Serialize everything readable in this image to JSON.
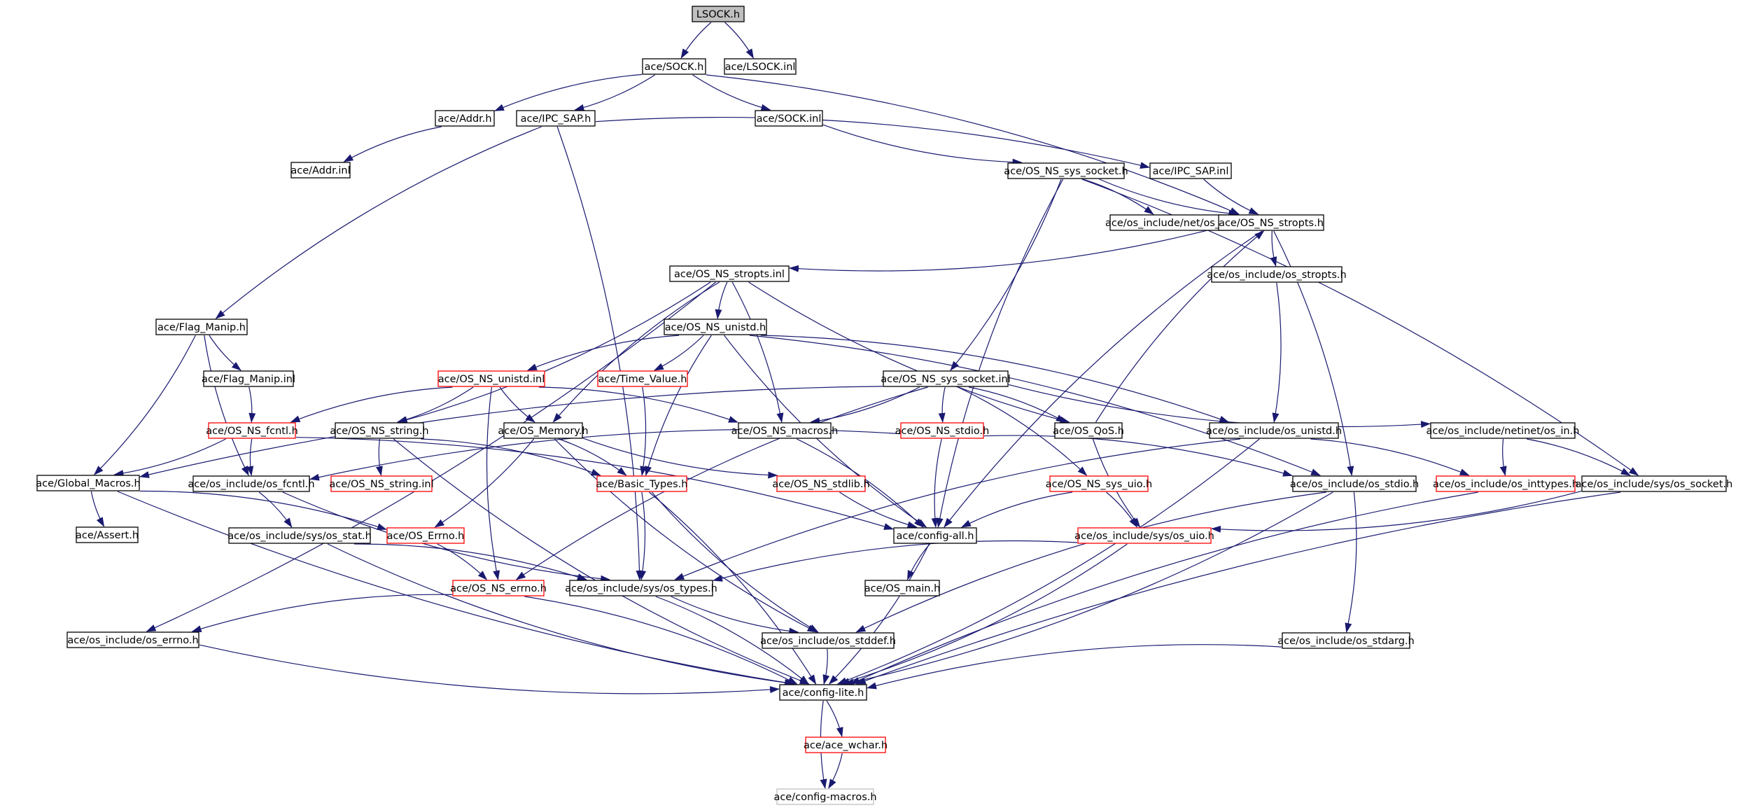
{
  "colors": {
    "background": "#ffffff",
    "edge": "#191970",
    "node_fill": "#ffffff",
    "root_fill": "#bfbfbf",
    "normal_border": "#000000",
    "truncated_border": "#ff0000",
    "external_border": "#bfbfbf",
    "text": "#000000"
  },
  "nodes": [
    {
      "id": "LSOCK.h",
      "label": "LSOCK.h",
      "style": "root"
    },
    {
      "id": "SOCK.h",
      "label": "ace/SOCK.h",
      "style": "normal"
    },
    {
      "id": "LSOCK.inl",
      "label": "ace/LSOCK.inl",
      "style": "normal"
    },
    {
      "id": "Addr.h",
      "label": "ace/Addr.h",
      "style": "normal"
    },
    {
      "id": "IPC_SAP.h",
      "label": "ace/IPC_SAP.h",
      "style": "normal"
    },
    {
      "id": "SOCK.inl",
      "label": "ace/SOCK.inl",
      "style": "normal"
    },
    {
      "id": "Addr.inl",
      "label": "ace/Addr.inl",
      "style": "normal"
    },
    {
      "id": "OS_NS_sys_socket.h",
      "label": "ace/OS_NS_sys_socket.h",
      "style": "normal"
    },
    {
      "id": "IPC_SAP.inl",
      "label": "ace/IPC_SAP.inl",
      "style": "normal"
    },
    {
      "id": "net_os_if.h",
      "label": "ace/os_include/net/os_if.h",
      "style": "normal"
    },
    {
      "id": "OS_NS_stropts.h",
      "label": "ace/OS_NS_stropts.h",
      "style": "normal"
    },
    {
      "id": "OS_NS_stropts.inl",
      "label": "ace/OS_NS_stropts.inl",
      "style": "normal"
    },
    {
      "id": "os_stropts.h",
      "label": "ace/os_include/os_stropts.h",
      "style": "normal"
    },
    {
      "id": "Flag_Manip.h",
      "label": "ace/Flag_Manip.h",
      "style": "normal"
    },
    {
      "id": "OS_NS_unistd.h",
      "label": "ace/OS_NS_unistd.h",
      "style": "normal"
    },
    {
      "id": "Flag_Manip.inl",
      "label": "ace/Flag_Manip.inl",
      "style": "normal"
    },
    {
      "id": "OS_NS_unistd.inl",
      "label": "ace/OS_NS_unistd.inl",
      "style": "truncated"
    },
    {
      "id": "Time_Value.h",
      "label": "ace/Time_Value.h",
      "style": "truncated"
    },
    {
      "id": "OS_NS_sys_socket.inl",
      "label": "ace/OS_NS_sys_socket.inl",
      "style": "normal"
    },
    {
      "id": "OS_NS_fcntl.h",
      "label": "ace/OS_NS_fcntl.h",
      "style": "truncated"
    },
    {
      "id": "OS_NS_string.h",
      "label": "ace/OS_NS_string.h",
      "style": "normal"
    },
    {
      "id": "OS_Memory.h",
      "label": "ace/OS_Memory.h",
      "style": "normal"
    },
    {
      "id": "OS_NS_macros.h",
      "label": "ace/OS_NS_macros.h",
      "style": "normal"
    },
    {
      "id": "OS_NS_stdio.h",
      "label": "ace/OS_NS_stdio.h",
      "style": "truncated"
    },
    {
      "id": "OS_QoS.h",
      "label": "ace/OS_QoS.h",
      "style": "normal"
    },
    {
      "id": "os_unistd.h",
      "label": "ace/os_include/os_unistd.h",
      "style": "normal"
    },
    {
      "id": "netinet_os_in.h",
      "label": "ace/os_include/netinet/os_in.h",
      "style": "normal"
    },
    {
      "id": "Global_Macros.h",
      "label": "ace/Global_Macros.h",
      "style": "normal"
    },
    {
      "id": "os_fcntl.h",
      "label": "ace/os_include/os_fcntl.h",
      "style": "normal"
    },
    {
      "id": "OS_NS_string.inl",
      "label": "ace/OS_NS_string.inl",
      "style": "truncated"
    },
    {
      "id": "Basic_Types.h",
      "label": "ace/Basic_Types.h",
      "style": "truncated"
    },
    {
      "id": "OS_NS_stdlib.h",
      "label": "ace/OS_NS_stdlib.h",
      "style": "truncated"
    },
    {
      "id": "OS_NS_sys_uio.h",
      "label": "ace/OS_NS_sys_uio.h",
      "style": "truncated"
    },
    {
      "id": "os_stdio.h",
      "label": "ace/os_include/os_stdio.h",
      "style": "normal"
    },
    {
      "id": "os_inttypes.h",
      "label": "ace/os_include/os_inttypes.h",
      "style": "truncated"
    },
    {
      "id": "sys_os_socket.h",
      "label": "ace/os_include/sys/os_socket.h",
      "style": "normal"
    },
    {
      "id": "Assert.h",
      "label": "ace/Assert.h",
      "style": "normal"
    },
    {
      "id": "sys_os_stat.h",
      "label": "ace/os_include/sys/os_stat.h",
      "style": "normal"
    },
    {
      "id": "OS_Errno.h",
      "label": "ace/OS_Errno.h",
      "style": "truncated"
    },
    {
      "id": "config-all.h",
      "label": "ace/config-all.h",
      "style": "normal"
    },
    {
      "id": "sys_os_uio.h",
      "label": "ace/os_include/sys/os_uio.h",
      "style": "truncated"
    },
    {
      "id": "OS_NS_errno.h",
      "label": "ace/OS_NS_errno.h",
      "style": "truncated"
    },
    {
      "id": "sys_os_types.h",
      "label": "ace/os_include/sys/os_types.h",
      "style": "normal"
    },
    {
      "id": "OS_main.h",
      "label": "ace/OS_main.h",
      "style": "normal"
    },
    {
      "id": "os_errno.h",
      "label": "ace/os_include/os_errno.h",
      "style": "normal"
    },
    {
      "id": "os_stddef.h",
      "label": "ace/os_include/os_stddef.h",
      "style": "normal"
    },
    {
      "id": "os_stdarg.h",
      "label": "ace/os_include/os_stdarg.h",
      "style": "normal"
    },
    {
      "id": "config-lite.h",
      "label": "ace/config-lite.h",
      "style": "normal"
    },
    {
      "id": "ace_wchar.h",
      "label": "ace/ace_wchar.h",
      "style": "truncated"
    },
    {
      "id": "config-macros.h",
      "label": "ace/config-macros.h",
      "style": "external"
    }
  ],
  "edges": [
    [
      "LSOCK.h",
      "SOCK.h"
    ],
    [
      "LSOCK.h",
      "LSOCK.inl"
    ],
    [
      "SOCK.h",
      "Addr.h"
    ],
    [
      "SOCK.h",
      "IPC_SAP.h"
    ],
    [
      "SOCK.h",
      "SOCK.inl"
    ],
    [
      "SOCK.h",
      "OS_NS_stropts.h"
    ],
    [
      "Addr.h",
      "Addr.inl"
    ],
    [
      "IPC_SAP.h",
      "IPC_SAP.inl"
    ],
    [
      "IPC_SAP.h",
      "Flag_Manip.h"
    ],
    [
      "IPC_SAP.h",
      "sys_os_types.h"
    ],
    [
      "SOCK.inl",
      "OS_NS_sys_socket.h"
    ],
    [
      "OS_NS_sys_socket.h",
      "net_os_if.h"
    ],
    [
      "OS_NS_sys_socket.h",
      "OS_NS_stropts.h"
    ],
    [
      "OS_NS_sys_socket.h",
      "OS_NS_sys_socket.inl"
    ],
    [
      "OS_NS_sys_socket.h",
      "config-all.h"
    ],
    [
      "OS_NS_sys_socket.h",
      "sys_os_socket.h"
    ],
    [
      "IPC_SAP.inl",
      "OS_NS_stropts.h"
    ],
    [
      "OS_NS_stropts.h",
      "OS_NS_stropts.inl"
    ],
    [
      "OS_NS_stropts.h",
      "os_stropts.h"
    ],
    [
      "OS_NS_stropts.h",
      "os_stdio.h"
    ],
    [
      "OS_NS_stropts.h",
      "config-all.h"
    ],
    [
      "OS_NS_stropts.inl",
      "os_errno.h"
    ],
    [
      "OS_NS_stropts.inl",
      "OS_NS_unistd.h"
    ],
    [
      "OS_NS_stropts.inl",
      "OS_NS_string.h"
    ],
    [
      "OS_NS_stropts.inl",
      "OS_Memory.h"
    ],
    [
      "OS_NS_stropts.inl",
      "OS_NS_macros.h"
    ],
    [
      "OS_NS_stropts.inl",
      "OS_QoS.h"
    ],
    [
      "os_stropts.h",
      "os_unistd.h"
    ],
    [
      "Flag_Manip.h",
      "Flag_Manip.inl"
    ],
    [
      "Flag_Manip.h",
      "Global_Macros.h"
    ],
    [
      "Flag_Manip.h",
      "os_fcntl.h"
    ],
    [
      "Flag_Manip.inl",
      "OS_NS_fcntl.h"
    ],
    [
      "OS_NS_unistd.h",
      "OS_NS_unistd.inl"
    ],
    [
      "OS_NS_unistd.h",
      "Time_Value.h"
    ],
    [
      "OS_NS_unistd.h",
      "Basic_Types.h"
    ],
    [
      "OS_NS_unistd.h",
      "os_unistd.h"
    ],
    [
      "OS_NS_unistd.h",
      "config-all.h"
    ],
    [
      "OS_NS_unistd.h",
      "os_stdio.h"
    ],
    [
      "OS_NS_unistd.inl",
      "OS_NS_fcntl.h"
    ],
    [
      "OS_NS_unistd.inl",
      "OS_NS_string.h"
    ],
    [
      "OS_NS_unistd.inl",
      "OS_Memory.h"
    ],
    [
      "OS_NS_unistd.inl",
      "OS_NS_macros.h"
    ],
    [
      "OS_NS_unistd.inl",
      "OS_NS_errno.h"
    ],
    [
      "Time_Value.h",
      "Basic_Types.h"
    ],
    [
      "OS_NS_sys_socket.inl",
      "Global_Macros.h"
    ],
    [
      "OS_NS_sys_socket.inl",
      "OS_NS_macros.h"
    ],
    [
      "OS_NS_sys_socket.inl",
      "OS_NS_stdio.h"
    ],
    [
      "OS_NS_sys_socket.inl",
      "OS_QoS.h"
    ],
    [
      "OS_NS_sys_socket.inl",
      "netinet_os_in.h"
    ],
    [
      "OS_NS_sys_socket.inl",
      "OS_NS_sys_uio.h"
    ],
    [
      "OS_NS_sys_socket.inl",
      "OS_NS_errno.h"
    ],
    [
      "OS_NS_fcntl.h",
      "Global_Macros.h"
    ],
    [
      "OS_NS_fcntl.h",
      "os_fcntl.h"
    ],
    [
      "OS_NS_fcntl.h",
      "config-all.h"
    ],
    [
      "OS_NS_string.h",
      "OS_NS_string.inl"
    ],
    [
      "OS_NS_string.h",
      "Basic_Types.h"
    ],
    [
      "OS_NS_string.h",
      "config-lite.h"
    ],
    [
      "OS_Memory.h",
      "Basic_Types.h"
    ],
    [
      "OS_Memory.h",
      "OS_NS_stdlib.h"
    ],
    [
      "OS_Memory.h",
      "OS_Errno.h"
    ],
    [
      "OS_Memory.h",
      "os_stddef.h"
    ],
    [
      "OS_NS_macros.h",
      "config-all.h"
    ],
    [
      "OS_NS_stdio.h",
      "os_fcntl.h"
    ],
    [
      "OS_NS_stdio.h",
      "os_stdio.h"
    ],
    [
      "OS_NS_stdio.h",
      "config-all.h"
    ],
    [
      "OS_QoS.h",
      "OS_NS_stropts.h"
    ],
    [
      "OS_QoS.h",
      "sys_os_uio.h"
    ],
    [
      "os_unistd.h",
      "os_inttypes.h"
    ],
    [
      "os_unistd.h",
      "sys_os_types.h"
    ],
    [
      "os_unistd.h",
      "config-lite.h"
    ],
    [
      "netinet_os_in.h",
      "os_inttypes.h"
    ],
    [
      "netinet_os_in.h",
      "sys_os_socket.h"
    ],
    [
      "Global_Macros.h",
      "Assert.h"
    ],
    [
      "Global_Macros.h",
      "OS_Errno.h"
    ],
    [
      "Global_Macros.h",
      "config-lite.h"
    ],
    [
      "os_fcntl.h",
      "sys_os_stat.h"
    ],
    [
      "os_fcntl.h",
      "sys_os_types.h"
    ],
    [
      "Basic_Types.h",
      "sys_os_types.h"
    ],
    [
      "Basic_Types.h",
      "os_stddef.h"
    ],
    [
      "Basic_Types.h",
      "config-lite.h"
    ],
    [
      "OS_NS_stdlib.h",
      "config-all.h"
    ],
    [
      "OS_NS_sys_uio.h",
      "sys_os_uio.h"
    ],
    [
      "OS_NS_sys_uio.h",
      "config-all.h"
    ],
    [
      "os_stdio.h",
      "os_stdarg.h"
    ],
    [
      "os_stdio.h",
      "os_stddef.h"
    ],
    [
      "os_stdio.h",
      "config-lite.h"
    ],
    [
      "os_inttypes.h",
      "config-lite.h"
    ],
    [
      "sys_os_socket.h",
      "sys_os_uio.h"
    ],
    [
      "sys_os_socket.h",
      "config-lite.h"
    ],
    [
      "sys_os_stat.h",
      "sys_os_types.h"
    ],
    [
      "sys_os_stat.h",
      "config-lite.h"
    ],
    [
      "OS_Errno.h",
      "OS_NS_errno.h"
    ],
    [
      "config-all.h",
      "OS_main.h"
    ],
    [
      "config-all.h",
      "config-lite.h"
    ],
    [
      "sys_os_uio.h",
      "sys_os_types.h"
    ],
    [
      "sys_os_uio.h",
      "config-lite.h"
    ],
    [
      "OS_NS_errno.h",
      "os_errno.h"
    ],
    [
      "OS_NS_errno.h",
      "config-lite.h"
    ],
    [
      "sys_os_types.h",
      "os_stddef.h"
    ],
    [
      "sys_os_types.h",
      "config-lite.h"
    ],
    [
      "os_errno.h",
      "config-lite.h"
    ],
    [
      "os_stddef.h",
      "config-lite.h"
    ],
    [
      "os_stdarg.h",
      "config-lite.h"
    ],
    [
      "config-lite.h",
      "ace_wchar.h"
    ],
    [
      "config-lite.h",
      "config-macros.h"
    ],
    [
      "ace_wchar.h",
      "config-macros.h"
    ]
  ]
}
